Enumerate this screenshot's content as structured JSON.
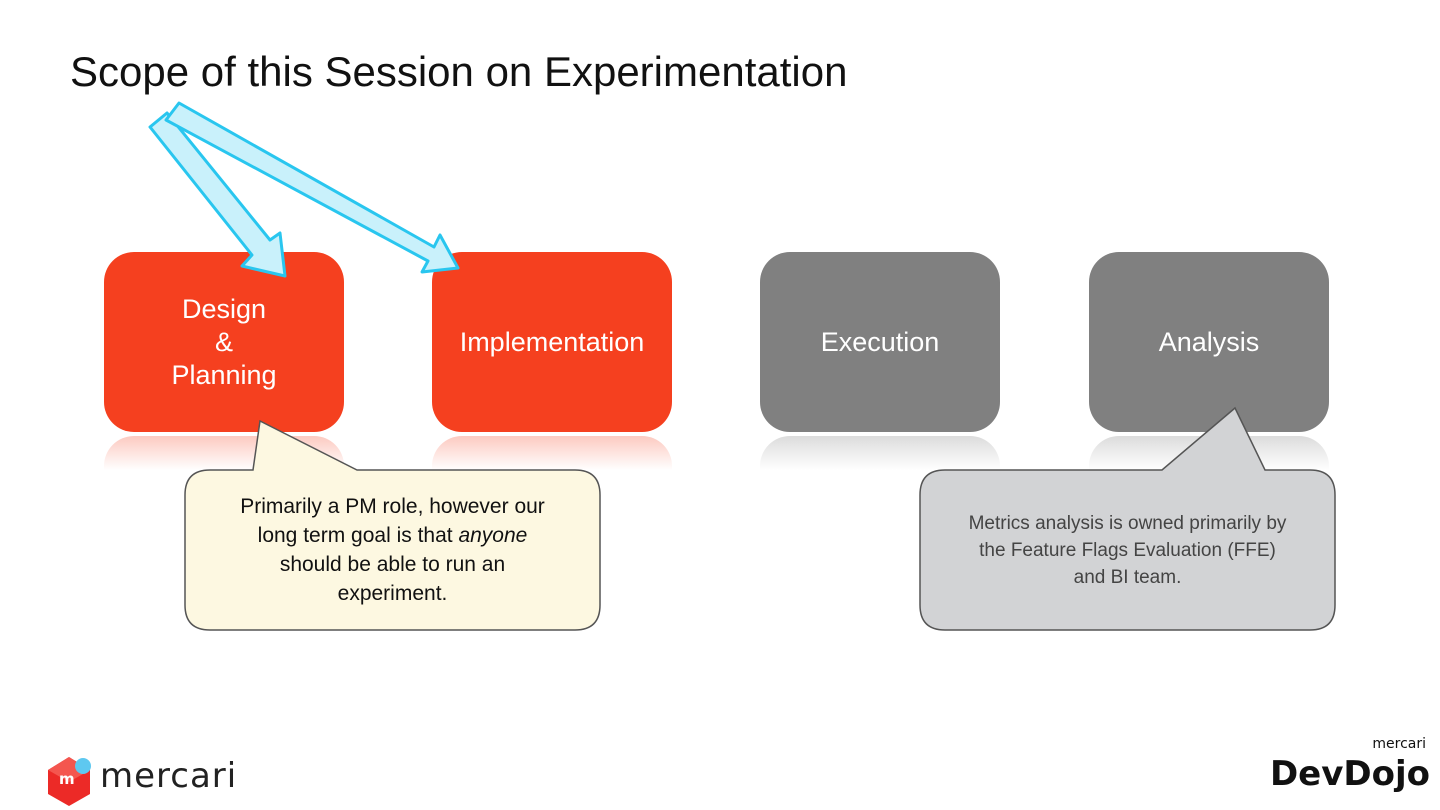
{
  "slide": {
    "title": "Scope of this Session on Experimentation"
  },
  "stages": [
    {
      "label": "Design\n&\nPlanning",
      "state": "active"
    },
    {
      "label": "Implementation",
      "state": "active"
    },
    {
      "label": "Execution",
      "state": "inactive"
    },
    {
      "label": "Analysis",
      "state": "inactive"
    }
  ],
  "callouts": {
    "left": {
      "before": "Primarily a PM role, however our\nlong term goal is that ",
      "emphasis": "anyone",
      "after": "\nshould be able to run an\nexperiment."
    },
    "right": {
      "text": "Metrics analysis is owned primarily by\nthe Feature Flags Evaluation (FFE)\nand BI team."
    }
  },
  "logos": {
    "mercari_icon_letter": "m",
    "mercari_word": "mercari",
    "devdojo_small": "mercari",
    "devdojo_big": "DevDojo"
  },
  "colors": {
    "active_stage": "#f5401f",
    "inactive_stage": "#808080",
    "arrow_fill": "#c9f1fb",
    "arrow_stroke": "#29c6ef",
    "callout_left_fill": "#fdf8e1",
    "callout_right_fill": "#d2d3d5"
  },
  "icons": {
    "arrows": "block-arrow-icon",
    "mercari_logo": "mercari-box-icon"
  }
}
